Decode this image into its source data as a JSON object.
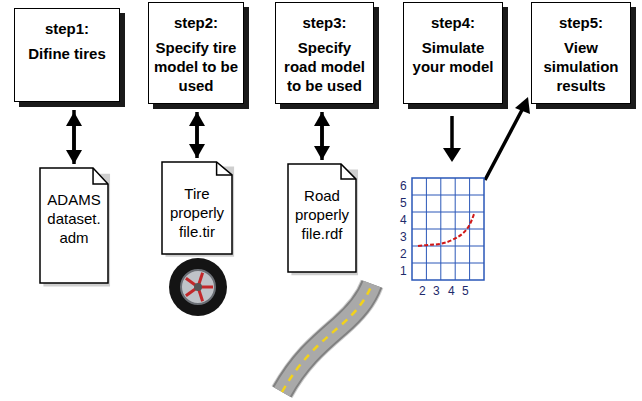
{
  "diagram": {
    "nodes": [
      {
        "text": [
          "step1:",
          "Difine tires"
        ]
      },
      {
        "text": [
          "step2:",
          "Specify tire model to be used"
        ]
      },
      {
        "text": [
          "step3:",
          "Specify road model to be used"
        ]
      },
      {
        "text": [
          "step4:",
          "Simulate your model"
        ]
      },
      {
        "text": [
          "step5:",
          "View simulation results"
        ]
      },
      {
        "text": [
          "ADAMS dataset. adm"
        ]
      },
      {
        "text": [
          "Tire properly file.tir"
        ]
      },
      {
        "text": [
          "Road properly file.rdf"
        ]
      }
    ],
    "edges": [
      {
        "from": 0,
        "to": 5,
        "arrow": "to"
      },
      {
        "from": 5,
        "to": 1,
        "arrow": "to"
      },
      {
        "from": 1,
        "to": 6,
        "arrow": "to"
      },
      {
        "from": 6,
        "to": 2,
        "arrow": "to"
      },
      {
        "from": 2,
        "to": 7,
        "arrow": "to"
      },
      {
        "from": 7,
        "to": 3,
        "arrow": "to"
      }
    ],
    "labels": [
      "6",
      "5",
      "4",
      "3",
      "2",
      "1",
      "2",
      "3",
      "4",
      "5"
    ]
  }
}
